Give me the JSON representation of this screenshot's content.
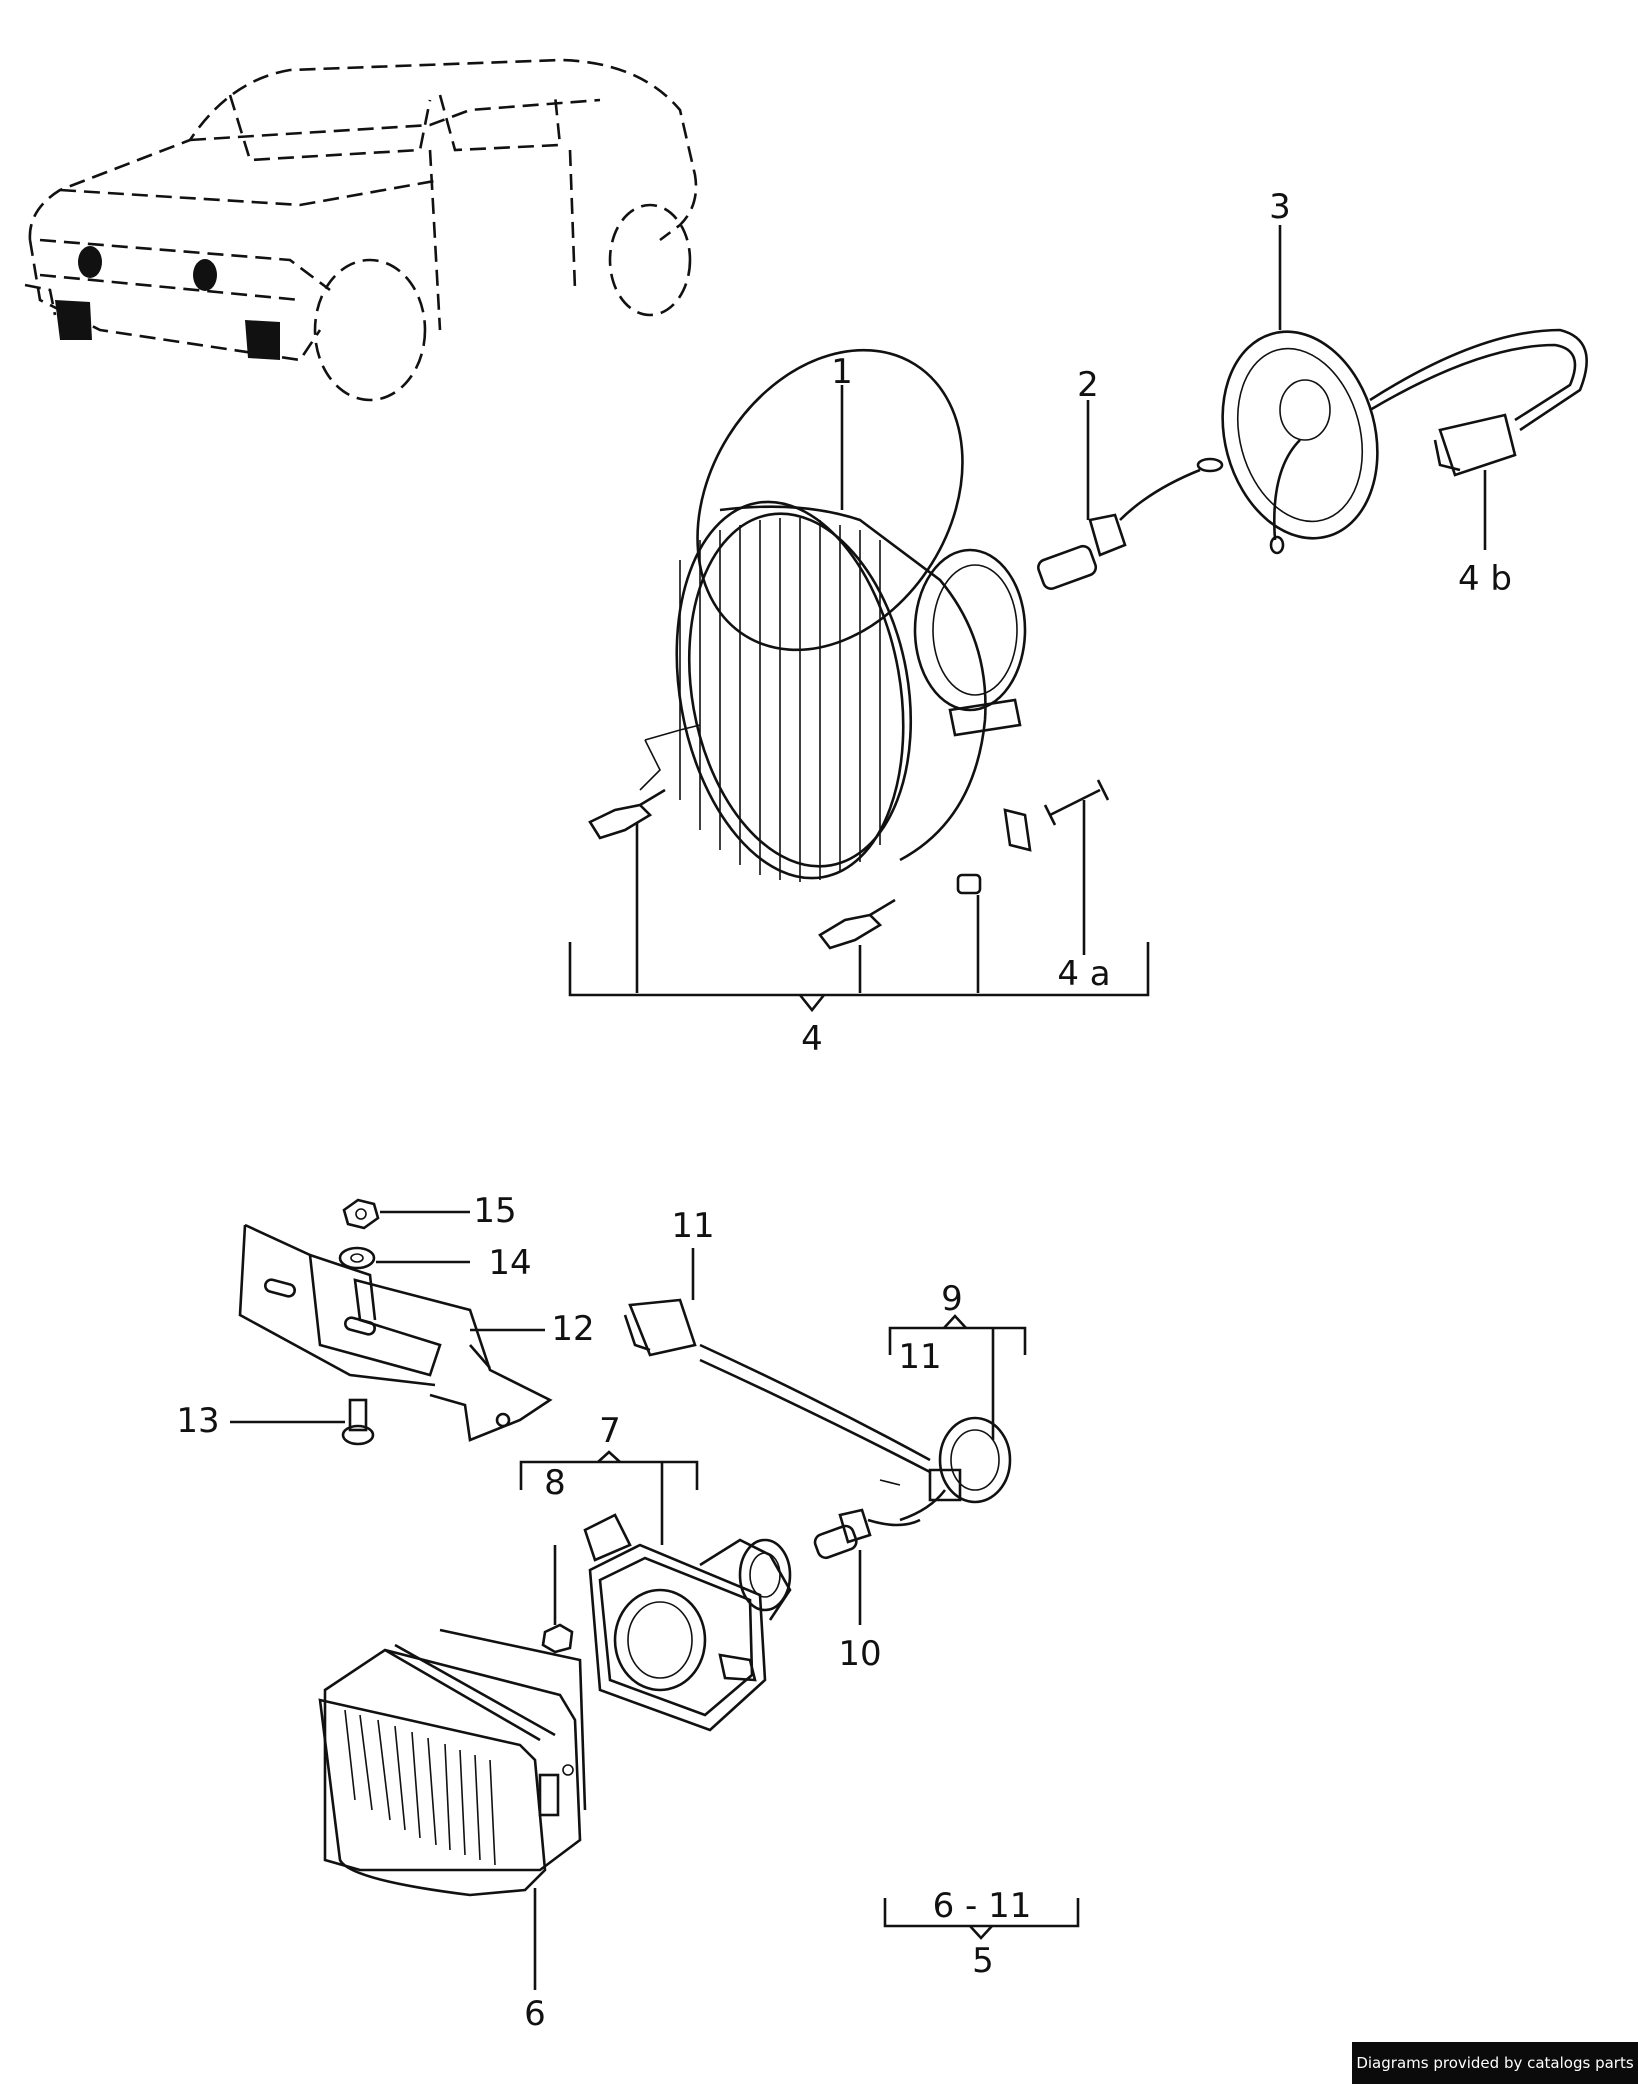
{
  "labels": {
    "l1": "1",
    "l2": "2",
    "l3": "3",
    "l4": "4",
    "l4a": "4 a",
    "l4b": "4 b",
    "l5": "5",
    "l6": "6",
    "l6_11": "6  -  11",
    "l7": "7",
    "l8": "8",
    "l9": "9",
    "l10": "10",
    "l11": "11",
    "l11b": "11",
    "l12": "12",
    "l13": "13",
    "l14": "14",
    "l15": "15"
  },
  "credit": "Diagrams provided by catalogs parts"
}
